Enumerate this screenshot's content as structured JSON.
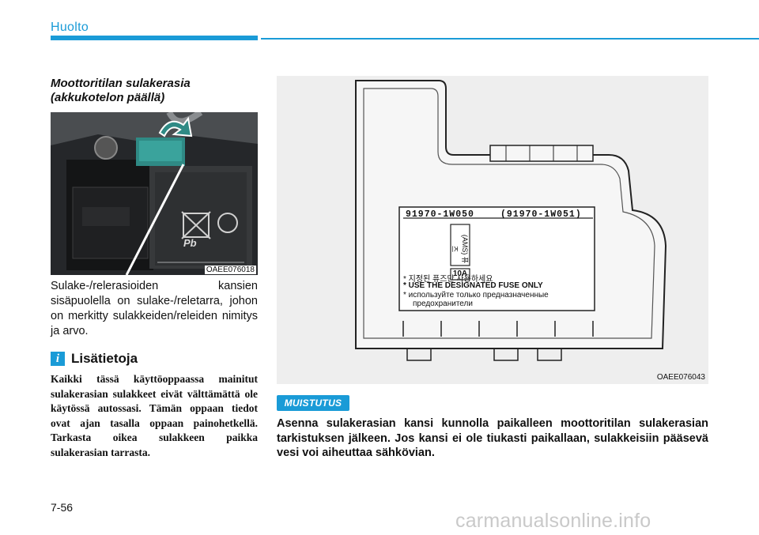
{
  "header": {
    "section": "Huolto"
  },
  "left_column": {
    "heading": "Moottoritilan sulakerasia (akkukotelon päällä)",
    "photo_code": "OAEE076018",
    "photo_labels": {
      "pb": "Pb"
    },
    "body": "Sulake-/relerasioiden kansien sisäpuolella on sulake-/reletarra, johon on merkitty sulakkeiden/releiden nimitys ja arvo.",
    "info": {
      "icon": "i",
      "label": "Lisätietoja",
      "text": "Kaikki tässä käyttöoppaassa mainitut sulakerasian sulakkeet eivät välttämättä ole käytössä autossasi. Tämän oppaan tiedot ovat ajan tasalla oppaan painohetkellä. Tarkasta oikea sulakkeen paikka sulakerasian tarrasta."
    }
  },
  "right_column": {
    "diagram_code": "OAEE076043",
    "label": {
      "part_number": "91970-1W050",
      "alt_part_number": "(91970-1W051)",
      "fuse_name": "(AMS) 퓨즈",
      "fuse_value": "10A",
      "lines": [
        "* 지정된 퓨즈만 사용하세요",
        "* USE THE DESIGNATED FUSE ONLY",
        "* используйте только предназначенные",
        "предохранители"
      ]
    },
    "note": {
      "badge": "MUISTUTUS",
      "text": "Asenna sulakerasian kansi kunnolla paikalleen moottoritilan sulakerasian tarkistuksen jälkeen. Jos kansi ei ole tiukasti paikallaan, sulakkeisiin pääsevä vesi voi aiheuttaa sähkövian."
    }
  },
  "footer": {
    "page_number": "7-56",
    "watermark": "carmanualsonline.info"
  },
  "colors": {
    "accent": "#1a9bd7",
    "fusebox": "#2f8a85",
    "watermark": "#c9c9c9"
  }
}
